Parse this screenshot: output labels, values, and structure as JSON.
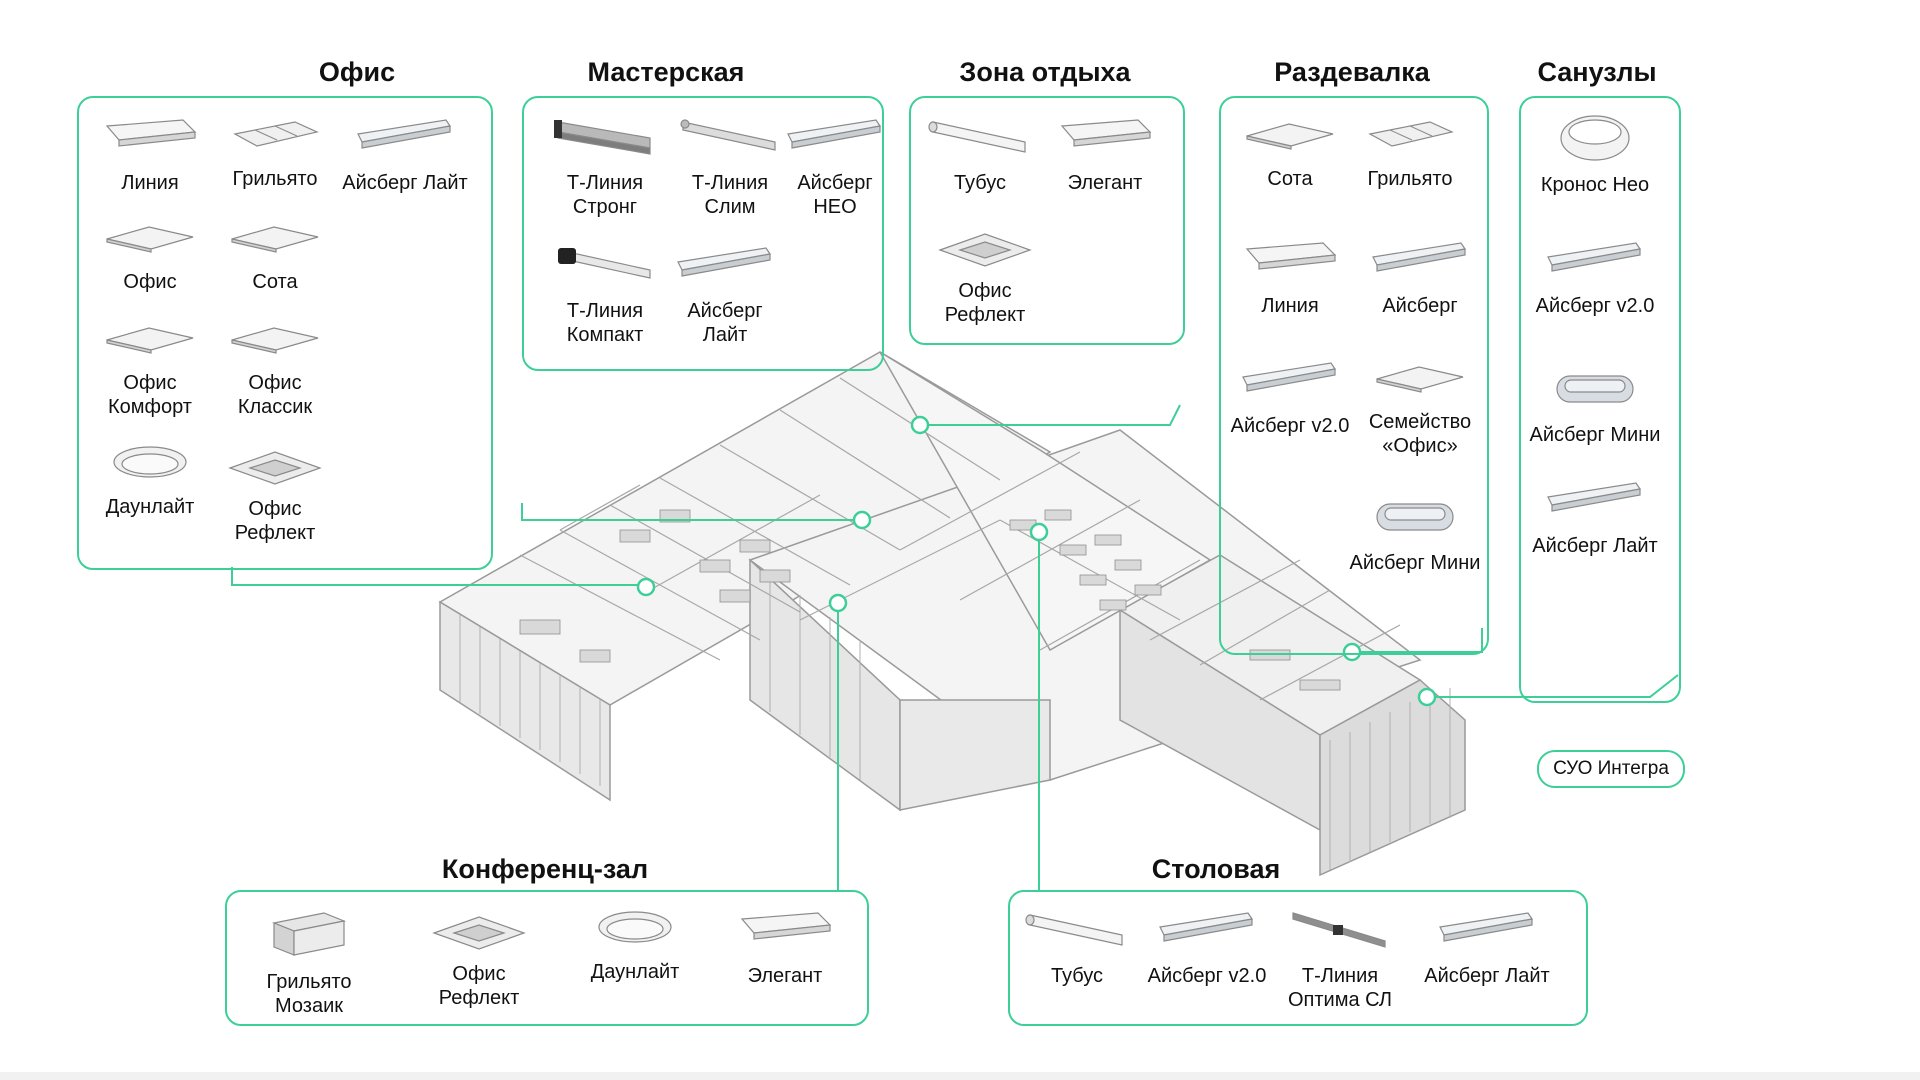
{
  "zones": [
    {
      "id": "office",
      "title": "Офис",
      "items": [
        {
          "label": "Линия",
          "icon": "linear-panel-icon"
        },
        {
          "label": "Грильято",
          "icon": "grilyato-icon"
        },
        {
          "label": "Айсберг  Лайт",
          "icon": "batten-icon"
        },
        {
          "label": "Офис",
          "icon": "flat-panel-icon"
        },
        {
          "label": "Сота",
          "icon": "flat-panel-icon"
        },
        {
          "label": "Офис\nКомфорт",
          "icon": "flat-panel-icon"
        },
        {
          "label": "Офис\nКлассик",
          "icon": "flat-panel-icon"
        },
        {
          "label": "Даунлайт",
          "icon": "downlight-icon"
        },
        {
          "label": "Офис\nРефлект",
          "icon": "reflect-panel-icon"
        }
      ]
    },
    {
      "id": "workshop",
      "title": "Мастерская",
      "items": [
        {
          "label": "Т-Линия\nСтронг",
          "icon": "strong-batten-icon"
        },
        {
          "label": "Т-Линия\nСлим",
          "icon": "slim-batten-icon"
        },
        {
          "label": "Айсберг\nНЕО",
          "icon": "batten-icon"
        },
        {
          "label": "Т-Линия\nКомпакт",
          "icon": "compact-batten-icon"
        },
        {
          "label": "Айсберг\nЛайт",
          "icon": "batten-icon"
        }
      ]
    },
    {
      "id": "rest",
      "title": "Зона отдыха",
      "items": [
        {
          "label": "Тубус",
          "icon": "tube-icon"
        },
        {
          "label": "Элегант",
          "icon": "linear-panel-icon"
        },
        {
          "label": "Офис\nРефлект",
          "icon": "reflect-panel-icon"
        }
      ]
    },
    {
      "id": "locker",
      "title": "Раздевалка",
      "items": [
        {
          "label": "Сота",
          "icon": "flat-panel-icon"
        },
        {
          "label": "Грильято",
          "icon": "grilyato-icon"
        },
        {
          "label": "Линия",
          "icon": "linear-panel-icon"
        },
        {
          "label": "Айсберг",
          "icon": "batten-icon"
        },
        {
          "label": "Айсберг v2.0",
          "icon": "batten-icon"
        },
        {
          "label": "Семейство\n«Офис»",
          "icon": "flat-panel-icon"
        },
        {
          "label": "Айсберг Мини",
          "icon": "capsule-icon"
        }
      ]
    },
    {
      "id": "wc",
      "title": "Санузлы",
      "items": [
        {
          "label": "Кронос Нео",
          "icon": "dome-icon"
        },
        {
          "label": "Айсберг v2.0",
          "icon": "batten-icon"
        },
        {
          "label": "Айсберг Мини",
          "icon": "capsule-icon"
        },
        {
          "label": "Айсберг  Лайт",
          "icon": "batten-icon"
        }
      ]
    },
    {
      "id": "conference",
      "title": "Конференц-зал",
      "items": [
        {
          "label": "Грильято\nМозаик",
          "icon": "mosaic-icon"
        },
        {
          "label": "Офис\nРефлект",
          "icon": "reflect-panel-icon"
        },
        {
          "label": "Даунлайт",
          "icon": "downlight-icon"
        },
        {
          "label": "Элегант",
          "icon": "linear-panel-icon"
        }
      ]
    },
    {
      "id": "canteen",
      "title": "Столовая",
      "items": [
        {
          "label": "Тубус",
          "icon": "tube-icon"
        },
        {
          "label": "Айсберг v2.0",
          "icon": "batten-icon"
        },
        {
          "label": "Т-Линия\nОптима СЛ",
          "icon": "track-icon"
        },
        {
          "label": "Айсберг  Лайт",
          "icon": "batten-icon"
        }
      ]
    }
  ],
  "control_system": "СУО Интегра",
  "colors": {
    "accent": "#3ecf98",
    "text": "#111111",
    "building_line": "#9a9a9a",
    "building_fill": "#f2f2f2"
  }
}
